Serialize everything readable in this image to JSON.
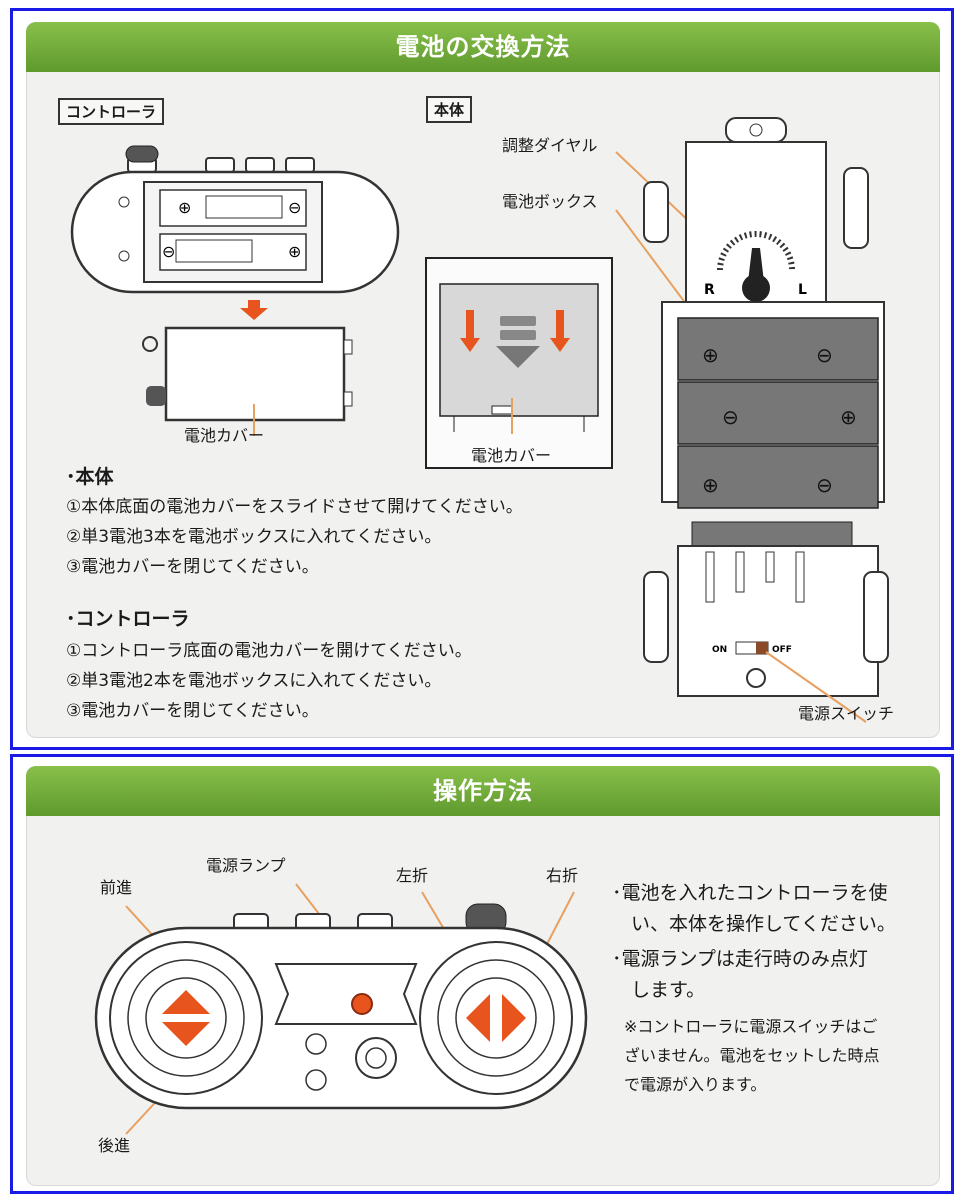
{
  "battery_section": {
    "title": "電池の交換方法",
    "controller_label": "コントローラ",
    "body_label": "本体",
    "controller_cover_label": "電池カバー",
    "body_cover_label": "電池カバー",
    "adjust_dial_label": "調整ダイヤル",
    "battery_box_label": "電池ボックス",
    "power_switch_label": "電源スイッチ",
    "dial_r": "R",
    "dial_l": "L",
    "switch_on": "ON",
    "switch_off": "OFF",
    "body_heading": "･本体",
    "body_steps": [
      "①本体底面の電池カバーをスライドさせて開けてください。",
      "②単3電池3本を電池ボックスに入れてください。",
      "③電池カバーを閉じてください。"
    ],
    "controller_heading": "･コントローラ",
    "controller_steps": [
      "①コントローラ底面の電池カバーを開けてください。",
      "②単3電池2本を電池ボックスに入れてください。",
      "③電池カバーを閉じてください。"
    ]
  },
  "operation_section": {
    "title": "操作方法",
    "forward_label": "前進",
    "backward_label": "後進",
    "power_lamp_label": "電源ランプ",
    "left_turn_label": "左折",
    "right_turn_label": "右折",
    "instructions": [
      "･電池を入れたコントローラを使",
      "　い、本体を操作してください。",
      "･電源ランプは走行時のみ点灯",
      "　します。"
    ],
    "notes": [
      "※コントローラに電源スイッチはご",
      "ざいません。電池をセットした時点",
      "で電源が入ります。"
    ]
  },
  "colors": {
    "frame_border": "#1a1ae6",
    "band_green": "#6fa838",
    "arrow_orange": "#e8541e",
    "leader_line": "#e8a060"
  }
}
